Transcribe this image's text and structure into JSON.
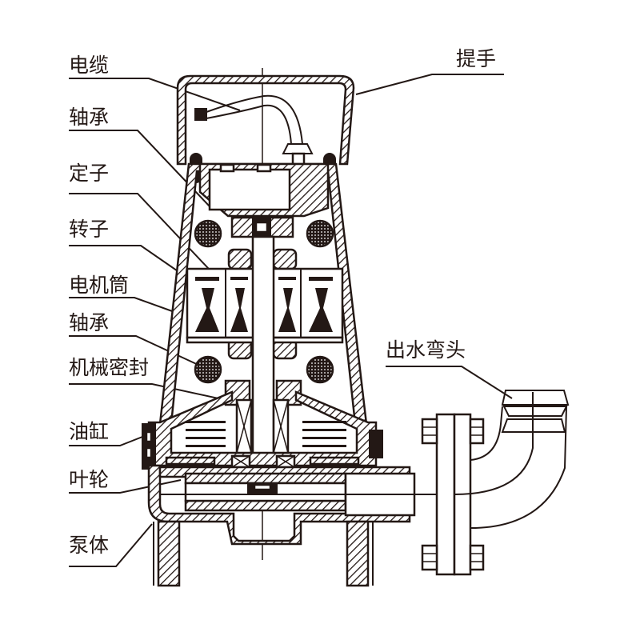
{
  "diagram": {
    "title": "潜水排污泵结构图",
    "colors": {
      "ink": "#231815",
      "background": "#ffffff"
    },
    "labels_left": [
      {
        "id": "cable",
        "text": "电缆"
      },
      {
        "id": "upper-bearing",
        "text": "轴承"
      },
      {
        "id": "stator",
        "text": "定子"
      },
      {
        "id": "rotor",
        "text": "转子"
      },
      {
        "id": "motor-housing",
        "text": "电机筒"
      },
      {
        "id": "lower-bearing",
        "text": "轴承"
      },
      {
        "id": "mechanical-seal",
        "text": "机械密封"
      },
      {
        "id": "oil-chamber",
        "text": "油缸"
      },
      {
        "id": "impeller",
        "text": "叶轮"
      },
      {
        "id": "pump-body",
        "text": "泵体"
      }
    ],
    "labels_right": [
      {
        "id": "handle",
        "text": "提手"
      },
      {
        "id": "outlet-elbow",
        "text": "出水弯头"
      }
    ]
  }
}
